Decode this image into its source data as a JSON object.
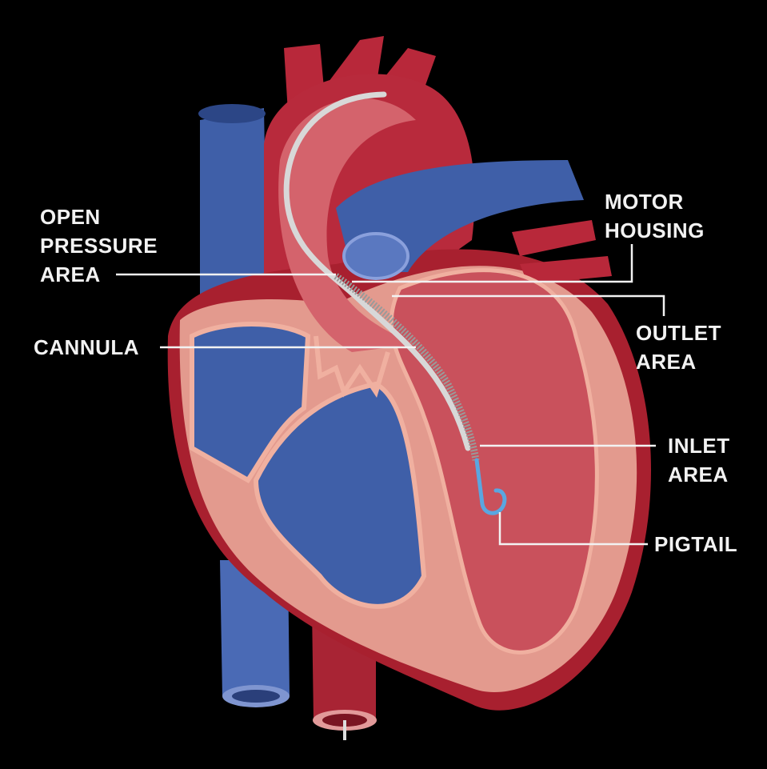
{
  "title": "Heart pump device anatomy diagram",
  "labels": {
    "open_pressure": [
      "OPEN",
      "PRESSURE",
      "AREA"
    ],
    "cannula": "CANNULA",
    "motor_housing": [
      "MOTOR",
      "HOUSING"
    ],
    "outlet_area": [
      "OUTLET",
      "AREA"
    ],
    "inlet_area": [
      "INLET",
      "AREA"
    ],
    "pigtail": "PIGTAIL"
  },
  "colors": {
    "background": "#000000",
    "artery_red": "#b8283a",
    "vein_blue": "#3f5fa8",
    "muscle_pink": "#e39a8e",
    "chamber_red": "#c9515c",
    "device_silver": "#d8d8d8",
    "pigtail_blue": "#5aa6e0",
    "label_text": "#f2f2f2"
  }
}
